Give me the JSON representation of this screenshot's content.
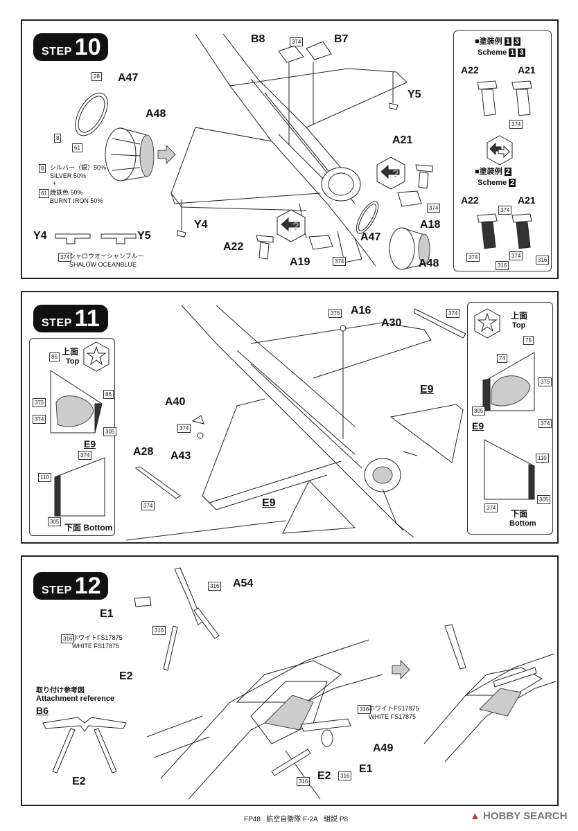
{
  "step_word": "STEP",
  "step10": {
    "number": "10",
    "parts": {
      "b8": "B8",
      "b7": "B7",
      "a47": "A47",
      "a48": "A48",
      "y5_top": "Y5",
      "y4": "Y4",
      "a21": "A21",
      "a18": "A18",
      "a22": "A22",
      "a19": "A19",
      "a47b": "A47",
      "a48b": "A48",
      "y4_legend": "Y4",
      "y5_legend": "Y5"
    },
    "codes": {
      "c374a": "374",
      "c28": "28",
      "c8": "8",
      "c61": "61",
      "c8b": "8",
      "c61b": "61",
      "c374b": "374",
      "c374c": "374",
      "c374d": "374"
    },
    "colors": {
      "silver_jp": "シルバー（銀）50%",
      "silver_en": "SILVER 50%",
      "plus": "+",
      "burnt_jp": "焼鉄色 50%",
      "burnt_en": "BURNT IRON 50%",
      "blue_jp": "シャロウオーシャンブルー",
      "blue_en": "SHALOW OCEANBLUE"
    },
    "scheme_box": {
      "head1_jp": "■塗装例",
      "head1_n1": "1",
      "head1_n2": "3",
      "head1_en": "Scheme",
      "head2_jp": "■塗装例",
      "head2_n": "2",
      "head2_en": "Scheme",
      "a22": "A22",
      "a21": "A21",
      "a22b": "A22",
      "a21b": "A21",
      "c374": "374",
      "c374b": "374",
      "c374c": "374",
      "c316": "316",
      "c316b": "316",
      "c374d": "374"
    }
  },
  "step11": {
    "number": "11",
    "parts": {
      "a16": "A16",
      "a30": "A30",
      "e9_right": "E9",
      "a40": "A40",
      "a43": "A43",
      "a28": "A28",
      "e9_bottom": "E9",
      "e9_left": "E9",
      "e9_rightbox": "E9"
    },
    "codes": {
      "c376": "376",
      "c374": "374",
      "c374b": "374",
      "c374c": "374"
    },
    "left_box": {
      "top_jp": "上面",
      "top_en": "Top",
      "c85": "85",
      "c86": "86",
      "c375": "375",
      "c374": "374",
      "c305": "305",
      "c374b": "374",
      "c110": "110",
      "c305b": "305",
      "bottom_jp": "下面",
      "bottom_en": "Bottom"
    },
    "right_box": {
      "top_jp": "上面",
      "top_en": "Top",
      "c75": "75",
      "c74": "74",
      "c375": "375",
      "c305": "305",
      "c374": "374",
      "c110": "110",
      "c374b": "374",
      "c305b": "305",
      "bottom_jp": "下面",
      "bottom_en": "Bottom"
    }
  },
  "step12": {
    "number": "12",
    "parts": {
      "a54": "A54",
      "e1": "E1",
      "e2": "E2",
      "a49": "A49",
      "e2b": "E2",
      "e1b": "E1",
      "b6": "B6",
      "e2c": "E2"
    },
    "codes": {
      "c316a": "316",
      "c316b": "316",
      "c316c": "316",
      "c316d": "316",
      "c316e": "316",
      "c316f": "316"
    },
    "white_jp": "ホワイトFS17875",
    "white_en": "WHITE FS17875",
    "white_jp2": "ホワイトFS17875",
    "white_en2": "WHITE FS17875",
    "attach_jp": "取り付け参考図",
    "attach_en": "Attachment reference"
  },
  "footer": {
    "code": "FP48",
    "title": "航空自衛隊 F-2A",
    "page": "組説 P8",
    "watermark": "HOBBY SEARCH"
  }
}
